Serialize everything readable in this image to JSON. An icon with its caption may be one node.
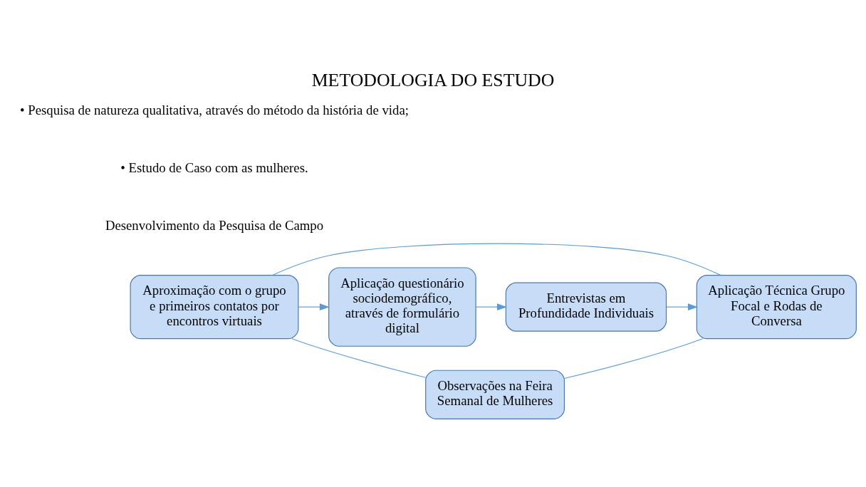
{
  "diagram": {
    "title": "METODOLOGIA DO ESTUDO",
    "nodes": [
      {
        "text": [
          "Aproximação com o grupo e primeiros contatos por encontros virtuais"
        ]
      },
      {
        "text": [
          "Aplicação questionário sociodemográfico, através de formulário digital"
        ]
      },
      {
        "text": [
          "Entrevistas em Profundidade Individuais"
        ]
      },
      {
        "text": [
          "Aplicação Técnica Grupo Focal e Rodas de Conversa"
        ]
      },
      {
        "text": [
          "Observações na Feira Semanal de Mulheres"
        ]
      }
    ],
    "edges": [
      {
        "from": 0,
        "to": 1,
        "arrow": "to"
      },
      {
        "from": 1,
        "to": 2,
        "arrow": "to"
      },
      {
        "from": 2,
        "to": 3,
        "arrow": "to"
      },
      {
        "from": 0,
        "to": 3,
        "arrow": "none"
      },
      {
        "from": 0,
        "to": 4,
        "arrow": "none"
      },
      {
        "from": 4,
        "to": 3,
        "arrow": "none"
      }
    ],
    "labels": [
      "• Pesquisa de natureza qualitativa, através do método da história de vida;",
      "• Estudo de Caso com as mulheres.",
      "Desenvolvimento da Pesquisa de Campo"
    ]
  }
}
